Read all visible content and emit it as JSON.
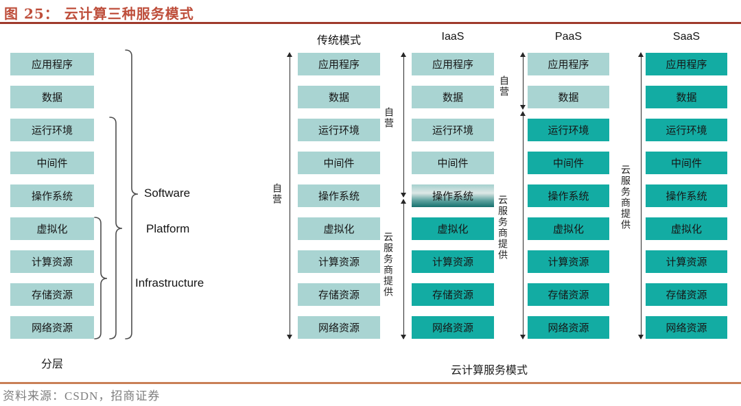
{
  "header": {
    "title": "图 25： 云计算三种服务模式"
  },
  "layers": [
    "应用程序",
    "数据",
    "运行环境",
    "中间件",
    "操作系统",
    "虚拟化",
    "计算资源",
    "存储资源",
    "网络资源"
  ],
  "left_panel": {
    "caption": "分层",
    "bracket_labels": [
      "Software",
      "Platform",
      "Infrastructure"
    ]
  },
  "columns": [
    {
      "header": "传统模式",
      "left_labels": [
        "自营"
      ]
    },
    {
      "header": "IaaS",
      "left_labels": [
        "自营",
        "云服务商提供"
      ]
    },
    {
      "header": "PaaS",
      "left_labels": [
        "自营",
        "云服务商提供"
      ]
    },
    {
      "header": "SaaS",
      "left_labels": [
        "云服务商提供"
      ]
    }
  ],
  "bottom_caption": "云计算服务模式",
  "source": "资料来源：CSDN，招商证券",
  "colors": {
    "self_managed_box": "#A9D4D2",
    "provider_box": "#13ACA3",
    "title_accent": "#BE4E3B",
    "top_rule": "#9E392B",
    "bottom_rule": "#C97F56"
  }
}
